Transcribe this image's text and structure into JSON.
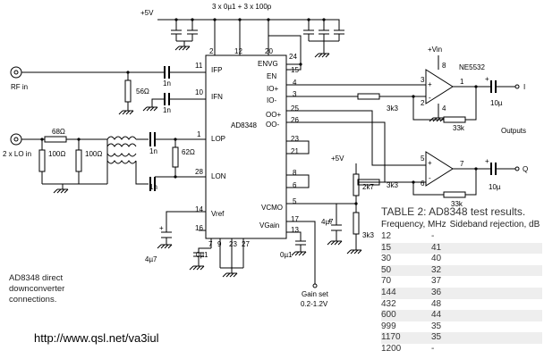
{
  "supply": {
    "plus5v_top": "+5V",
    "decoupling": "3 x 0µ1 + 3 x 100p",
    "plus_vin": "+Vin",
    "plus5v_right": "+5V"
  },
  "ic": {
    "name": "AD8348",
    "pins_left": [
      {
        "num": "11",
        "name": "IFP"
      },
      {
        "num": "10",
        "name": "IFN"
      },
      {
        "num": "1",
        "name": "LOP"
      },
      {
        "num": "28",
        "name": "LON"
      },
      {
        "num": "14",
        "name": "Vref"
      },
      {
        "num": "16",
        "name": ""
      }
    ],
    "pins_top": [
      "2",
      "12",
      "20"
    ],
    "pins_right": [
      {
        "num": "24",
        "name": "ENVG"
      },
      {
        "num": "15",
        "name": "EN"
      },
      {
        "num": "4",
        "name": "IO+"
      },
      {
        "num": "3",
        "name": "IO-"
      },
      {
        "num": "25",
        "name": "OO+"
      },
      {
        "num": "26",
        "name": "OO-"
      },
      {
        "num": "23",
        "name": ""
      },
      {
        "num": "21",
        "name": ""
      },
      {
        "num": "8",
        "name": ""
      },
      {
        "num": "6",
        "name": ""
      },
      {
        "num": "5",
        "name": "VCMO"
      },
      {
        "num": "17",
        "name": "VGain"
      },
      {
        "num": "13",
        "name": ""
      }
    ],
    "pins_bottom": [
      "7",
      "9",
      "23",
      "27"
    ]
  },
  "inputs": {
    "rf": "RF in",
    "lo": "2 x LO in"
  },
  "components": {
    "c_1n": "1n",
    "r_56": "56Ω",
    "r_68": "68Ω",
    "r_100": "100Ω",
    "r_62": "62Ω",
    "c_4u7": "4µ7",
    "c_0u1": "0µ1",
    "r_3k3": "3k3",
    "r_33k": "33k",
    "c_10u": "10µ",
    "r_2k7": "2k7",
    "plus": "+"
  },
  "opamp": {
    "name": "NE5532",
    "pins_a": [
      "3",
      "2",
      "1",
      "8",
      "4"
    ],
    "pins_b": [
      "5",
      "6",
      "7"
    ]
  },
  "outputs": {
    "label": "Outputs",
    "i": "I",
    "q": "Q"
  },
  "gain": {
    "line1": "Gain set",
    "line2": "0.2-1.2V"
  },
  "caption": [
    "AD8348 direct",
    "downconverter",
    "connections."
  ],
  "url": "http://www.qsl.net/va3iul",
  "table": {
    "title": "TABLE 2: AD8348 test results.",
    "col_freq": "Frequency, MHz",
    "col_rej": "Sideband rejection, dB",
    "rows": [
      {
        "f": "12",
        "r": "-"
      },
      {
        "f": "15",
        "r": "41"
      },
      {
        "f": "30",
        "r": "40"
      },
      {
        "f": "50",
        "r": "32"
      },
      {
        "f": "70",
        "r": "37"
      },
      {
        "f": "144",
        "r": "36"
      },
      {
        "f": "432",
        "r": "48"
      },
      {
        "f": "600",
        "r": "44"
      },
      {
        "f": "999",
        "r": "35"
      },
      {
        "f": "1170",
        "r": "35"
      },
      {
        "f": "1200",
        "r": "-"
      }
    ]
  }
}
